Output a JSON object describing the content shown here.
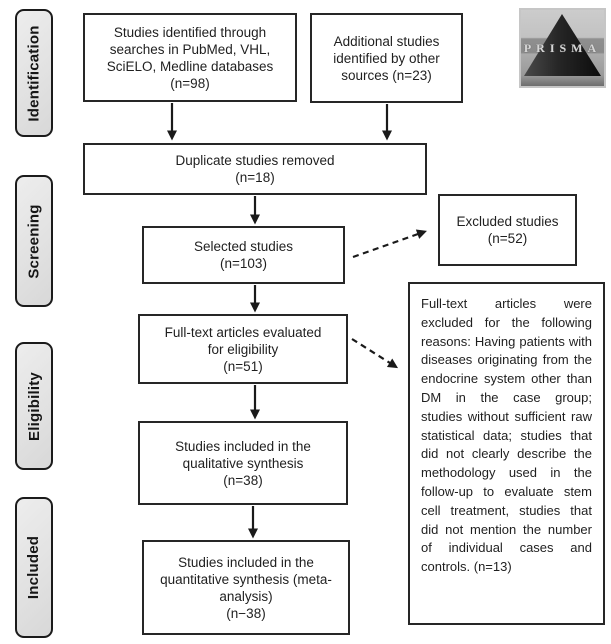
{
  "stages": [
    {
      "label": "Identification"
    },
    {
      "label": "Screening"
    },
    {
      "label": "Eligibility"
    },
    {
      "label": "Included"
    }
  ],
  "logo": {
    "text": "PRISMA"
  },
  "boxes": {
    "identified": {
      "lines": [
        "Studies identified through",
        "searches in PubMed, VHL,",
        "SciELO, Medline databases",
        "(n=98)"
      ]
    },
    "additional": {
      "lines": [
        "Additional studies",
        "identified by other",
        "sources (n=23)"
      ]
    },
    "duplicates": {
      "lines": [
        "Duplicate studies removed",
        "(n=18)"
      ]
    },
    "selected": {
      "lines": [
        "Selected studies",
        "(n=103)"
      ]
    },
    "excluded": {
      "lines": [
        "Excluded studies",
        "(n=52)"
      ]
    },
    "fulltext": {
      "lines": [
        "Full-text articles evaluated",
        "for eligibility",
        "(n=51)"
      ]
    },
    "qualitative": {
      "lines": [
        "Studies included in the",
        "qualitative synthesis",
        "(n=38)"
      ]
    },
    "quantitative": {
      "lines": [
        "Studies included in the",
        "quantitative synthesis (meta-",
        "analysis)",
        "(n−38)"
      ]
    }
  },
  "exclusion_note": "Full-text articles were excluded for the following reasons: Having patients with diseases originating from the endocrine system other than DM in the case group; studies without sufficient raw statistical data; studies that did not clearly describe the methodology used in the follow-up to evaluate stem cell treatment, studies that did not mention the number of individual cases and controls. (n=13)",
  "colors": {
    "box_border": "#262626",
    "box_fill": "#ffffff",
    "stage_fill": "#e4e4e4",
    "arrow": "#1a1a1a",
    "text": "#1f1f1f"
  }
}
